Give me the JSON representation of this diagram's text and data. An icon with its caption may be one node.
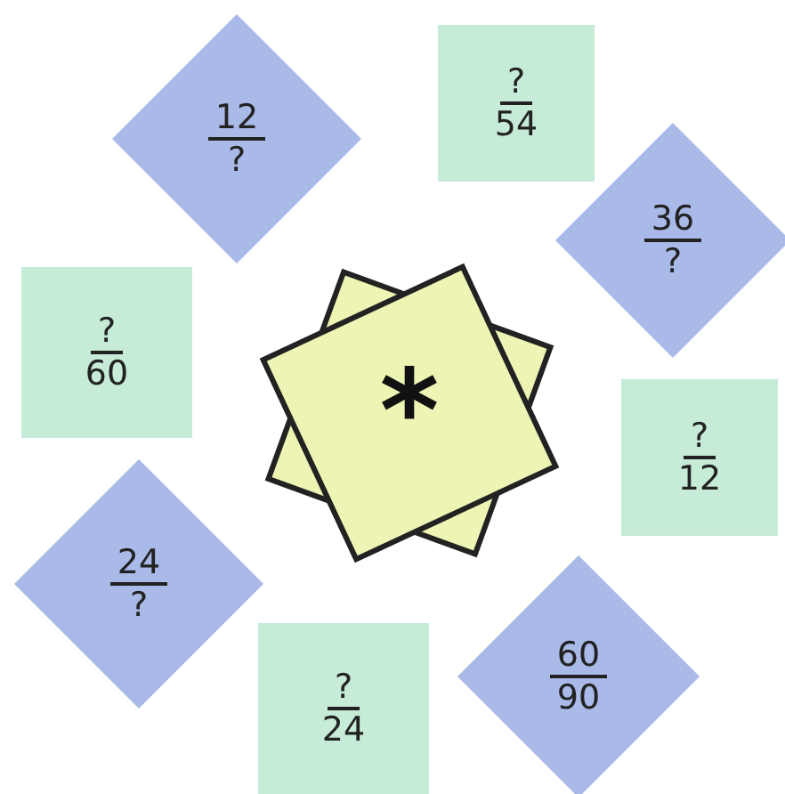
{
  "diagram": {
    "nodes": [
      {
        "text": [
          "12",
          "?"
        ]
      },
      {
        "text": [
          "?",
          "54"
        ]
      },
      {
        "text": [
          "36",
          "?"
        ]
      },
      {
        "text": [
          "?",
          "60"
        ]
      },
      {
        "text": [
          "*"
        ]
      },
      {
        "text": [
          "?",
          "12"
        ]
      },
      {
        "text": [
          "24",
          "?"
        ]
      },
      {
        "text": [
          "?",
          "24"
        ]
      },
      {
        "text": [
          "60",
          "90"
        ]
      }
    ]
  }
}
